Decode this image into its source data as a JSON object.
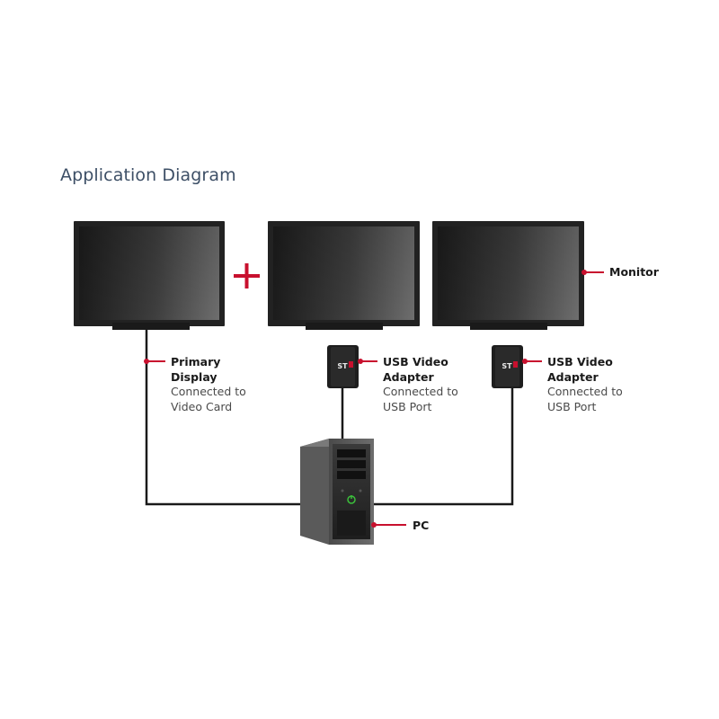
{
  "title": "Application Diagram",
  "labels": {
    "primary_display": {
      "strong": "Primary Display",
      "strong_line1": "Primary",
      "strong_line2": "Display",
      "sub_line1": "Connected to",
      "sub_line2": "Video Card"
    },
    "usb_adapter_1": {
      "strong_line1": "USB Video",
      "strong_line2": "Adapter",
      "sub_line1": "Connected to",
      "sub_line2": "USB Port"
    },
    "usb_adapter_2": {
      "strong_line1": "USB Video",
      "strong_line2": "Adapter",
      "sub_line1": "Connected to",
      "sub_line2": "USB Port"
    },
    "monitor": "Monitor",
    "pc": "PC"
  },
  "plus_symbol": "+",
  "colors": {
    "title": "#3d4f66",
    "accent_red": "#c8102e",
    "monitor_bezel": "#222222",
    "screen_gradient_dark": "#1b1b1b",
    "screen_gradient_light": "#6a6a6a",
    "pc_case": "#5c5c5c",
    "power_led": "#3bbf3b"
  }
}
